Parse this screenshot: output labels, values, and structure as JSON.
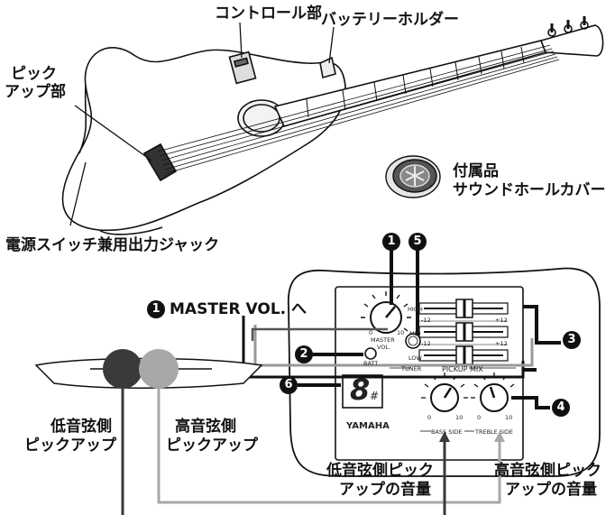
{
  "labels": {
    "control": "コントロール部",
    "battery": "バッテリーホルダー",
    "pickup_1": "ピック",
    "pickup_2": "アップ部",
    "power_jack": "電源スイッチ兼用出力ジャック",
    "accessory_1": "付属品",
    "accessory_2": "サウンドホールカバー",
    "master_vol": "MASTER VOL. へ",
    "bass_pickup_1": "低音弦側",
    "bass_pickup_2": "ピックアップ",
    "treble_pickup_1": "高音弦側",
    "treble_pickup_2": "ピックアップ",
    "bass_volume_1": "低音弦側ピック",
    "bass_volume_2": "アップの音量",
    "treble_volume_1": "高音弦側ピック",
    "treble_volume_2": "アップの音量"
  },
  "callouts": [
    "1",
    "5",
    "2",
    "3",
    "6",
    "4"
  ],
  "panel": {
    "master_vol_label_1": "MASTER",
    "master_vol_label_2": "VOL.",
    "dial_min": "0",
    "dial_max": "10",
    "batt": "BATT",
    "tuner": "TUNER",
    "eq_high": "HIGH",
    "eq_mid": "MID",
    "eq_low": "LOW",
    "minus12": "-12",
    "plus12": "+12",
    "pickup_mix": "PICKUP MIX",
    "bass_side": "BASS SIDE",
    "treble_side": "TREBLE SIDE",
    "brand": "YAMAHA",
    "tuner_display": "8",
    "sharp": "#"
  },
  "colors": {
    "bass_pickup": "#3a3a3a",
    "treble_pickup": "#a8a8a8",
    "line": "#111111"
  }
}
